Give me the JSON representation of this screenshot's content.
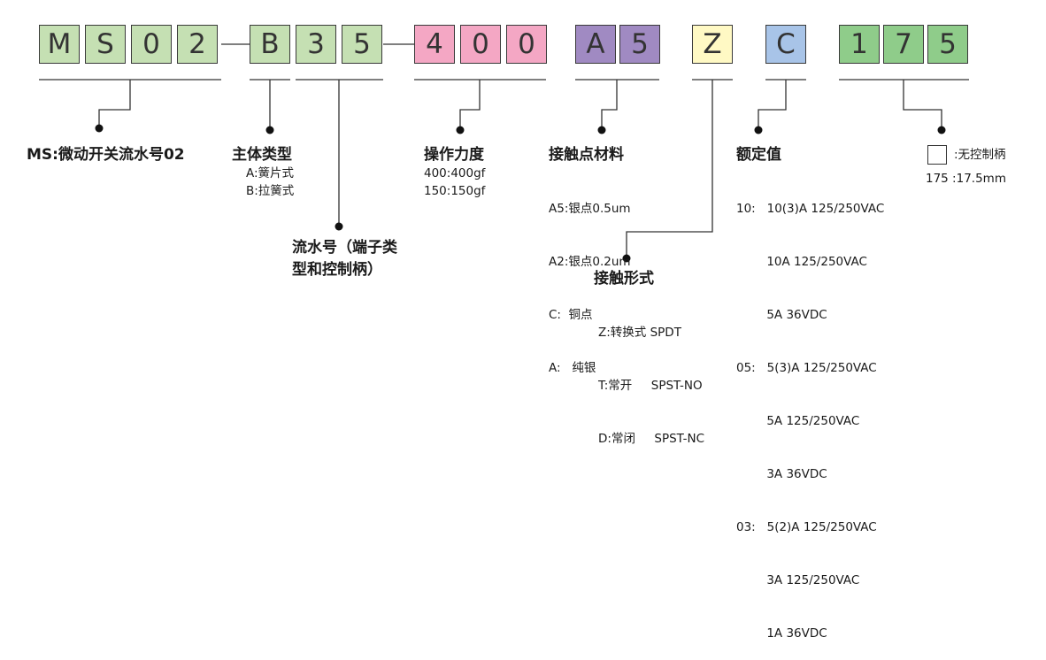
{
  "code": {
    "group1": [
      "M",
      "S",
      "0",
      "2"
    ],
    "group2": [
      "B",
      "3",
      "5"
    ],
    "group3": [
      "4",
      "0",
      "0"
    ],
    "group4": [
      "A",
      "5"
    ],
    "group5": [
      "Z"
    ],
    "group6": [
      "C"
    ],
    "group7": [
      "1",
      "7",
      "5"
    ]
  },
  "colors": {
    "green_light": "#c5e0b3",
    "pink": "#f4a7c4",
    "purple": "#a08ac2",
    "yellow": "#fff9c4",
    "blue": "#a8c4e8",
    "green_mid": "#8fcc8a",
    "line": "#333333"
  },
  "labels": {
    "ms": "MS:微动开关流水号02",
    "body_type": {
      "title": "主体类型",
      "lines": [
        "A:簧片式",
        "B:拉簧式"
      ]
    },
    "serial": {
      "title": "流水号（端子类型和控制柄）"
    },
    "force": {
      "title": "操作力度",
      "lines": [
        "400:400gf",
        "150:150gf"
      ]
    },
    "material": {
      "title": "接触点材料",
      "lines": [
        "A5:银点0.5um",
        "A2:银点0.2um",
        "C:  铜点",
        "A:   纯银"
      ]
    },
    "contact_form": {
      "title": "接触形式",
      "lines": [
        "Z:转换式 SPDT",
        "T:常开     SPST-NO",
        "D:常闭     SPST-NC"
      ]
    },
    "rating": {
      "title": "额定值",
      "lines": [
        "10:   10(3)A 125/250VAC",
        "        10A 125/250VAC",
        "        5A 36VDC",
        "05:   5(3)A 125/250VAC",
        "        5A 125/250VAC",
        "        3A 36VDC",
        "03:   5(2)A 125/250VAC",
        "        3A 125/250VAC",
        "        1A 36VDC"
      ]
    },
    "handle": {
      "line1": ":无控制柄",
      "line2": "175 :17.5mm"
    }
  }
}
